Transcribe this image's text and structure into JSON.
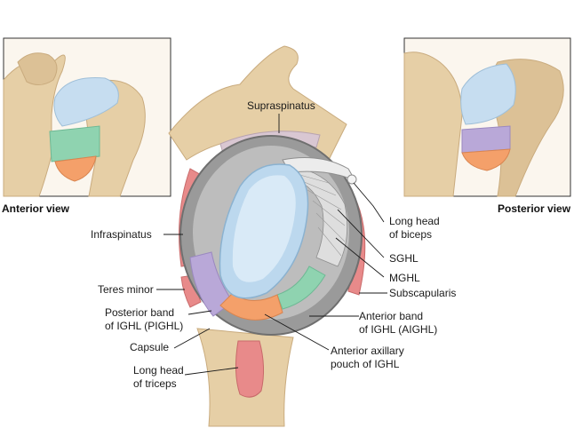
{
  "views": {
    "anterior": "Anterior view",
    "posterior": "Posterior view"
  },
  "labels": {
    "supraspinatus": "Supraspinatus",
    "infraspinatus": "Infraspinatus",
    "teres_minor": "Teres minor",
    "pighl_line1": "Posterior band",
    "pighl_line2": "of IGHL (PIGHL)",
    "capsule": "Capsule",
    "triceps_line1": "Long head",
    "triceps_line2": "of triceps",
    "biceps_line1": "Long head",
    "biceps_line2": "of biceps",
    "sghl": "SGHL",
    "mghl": "MGHL",
    "subscapularis": "Subscapularis",
    "aighl_line1": "Anterior band",
    "aighl_line2": "of IGHL (AIGHL)",
    "pouch_line1": "Anterior axillary",
    "pouch_line2": "pouch of IGHL"
  },
  "colors": {
    "bone": "#e6cfa6",
    "bone_shade": "#c9ab7e",
    "cartilage": "#bcd8ee",
    "muscle": "#e88a8a",
    "capsule_gray": "#9a9a9a",
    "pighl": "#b9a8d8",
    "aighl": "#8fd3b0",
    "pouch": "#f4a06a"
  }
}
